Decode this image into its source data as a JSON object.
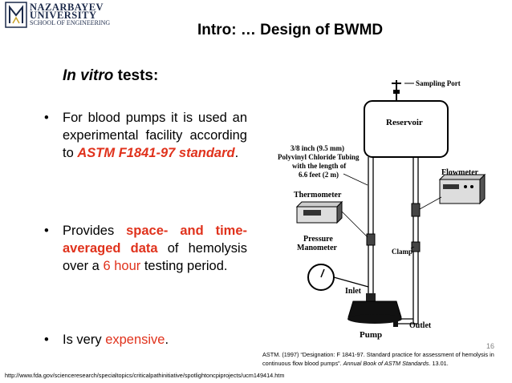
{
  "logo": {
    "line1": "NAZARBAYEV",
    "line2": "UNIVERSITY",
    "line3": "SCHOOL OF ENGINEERING"
  },
  "slide": {
    "title": "Intro: … Design of BWMD",
    "subtitle_italic": "In vitro",
    "subtitle_rest": " tests:",
    "bullet1": {
      "text_a": "For blood pumps it is used an experimental facility according to ",
      "highlight": "ASTM F1841-97 standard",
      "text_b": "."
    },
    "bullet2": {
      "text_a": "Provides ",
      "highlight": "space- and time-averaged data",
      "text_b": " of hemolysis over a ",
      "highlight2": "6 hour",
      "text_c": " testing period."
    },
    "bullet3": {
      "text_a": "Is very ",
      "highlight": "expensive",
      "text_b": "."
    },
    "page_number": "16"
  },
  "diagram": {
    "sampling_port": "Sampling Port",
    "reservoir": "Reservoir",
    "tubing_line1": "3/8 inch (9.5 mm)",
    "tubing_line2": "Polyvinyl Chloride Tubing",
    "tubing_line3": "with the length of",
    "tubing_line4": "6.6 feet (2 m)",
    "flowmeter": "Flowmeter",
    "thermometer": "Thermometer",
    "pressure": "Pressure",
    "manometer": "Manometer",
    "clamp": "Clamp",
    "inlet": "Inlet",
    "outlet": "Outlet",
    "pump": "Pump"
  },
  "citation": {
    "text_a": "ASTM. (1997) “Designation: F 1841-97. Standard practice for assessment of hemolysis in continuous flow blood pumps”. ",
    "italic": "Annual Book of ASTM Standards",
    "text_b": ". 13.01."
  },
  "url": "http://www.fda.gov/scienceresearch/specialtopics/criticalpathinitiative/spotlightoncpiprojects/ucm149414.htm",
  "colors": {
    "highlight": "#e0321c",
    "logo": "#1c2a4a"
  }
}
